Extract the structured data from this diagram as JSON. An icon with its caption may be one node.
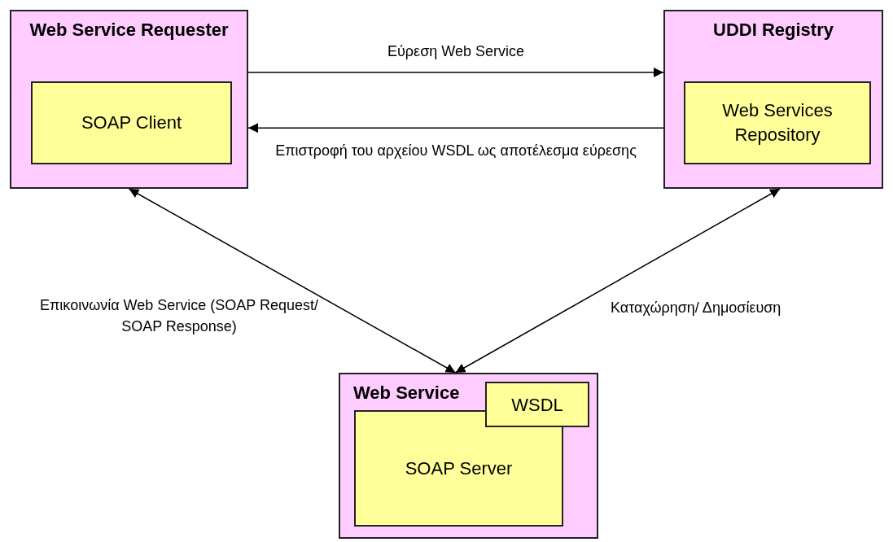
{
  "diagram": {
    "nodes": [
      {
        "text": [
          "Web Service Requester"
        ]
      },
      {
        "text": [
          "SOAP Client"
        ],
        "in": 0
      },
      {
        "text": [
          "UDDI Registry"
        ]
      },
      {
        "text": [
          "Web Services Repository"
        ],
        "in": 2
      },
      {
        "text": [
          "Web Service"
        ]
      },
      {
        "text": [
          "WSDL"
        ],
        "in": 4
      },
      {
        "text": [
          "SOAP Server"
        ],
        "in": 4
      }
    ],
    "edges": [
      {
        "from": 0,
        "to": 2,
        "arrow": "to",
        "label": "Εύρεση Web Service"
      },
      {
        "from": 2,
        "to": 0,
        "arrow": "to",
        "label": "Επιστροφή του αρχείου WSDL ως αποτέλεσμα εύρεσης"
      },
      {
        "from": 0,
        "to": 4,
        "arrow": "both",
        "label": "Επικοινωνία Web Service (SOAP Request/ SOAP Response)"
      },
      {
        "from": 4,
        "to": 2,
        "arrow": "both",
        "label": "Καταχώρηση/ Δημοσίευση"
      }
    ]
  }
}
